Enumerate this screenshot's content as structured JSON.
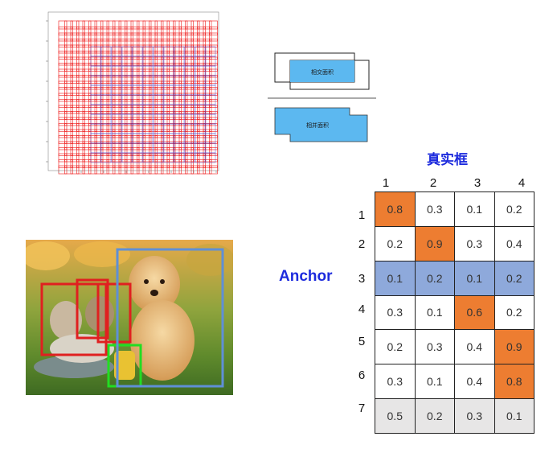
{
  "iou": {
    "intersection_label": "相交面积",
    "union_label": "相并面积"
  },
  "matrix": {
    "title": "真实框",
    "anchor_label": "Anchor",
    "columns": [
      "1",
      "2",
      "3",
      "4"
    ],
    "rows": [
      {
        "label": "1",
        "values": [
          "0.8",
          "0.3",
          "0.1",
          "0.2"
        ],
        "fills": [
          "orange",
          "white",
          "white",
          "white"
        ]
      },
      {
        "label": "2",
        "values": [
          "0.2",
          "0.9",
          "0.3",
          "0.4"
        ],
        "fills": [
          "white",
          "orange",
          "white",
          "white"
        ]
      },
      {
        "label": "3",
        "values": [
          "0.1",
          "0.2",
          "0.1",
          "0.2"
        ],
        "fills": [
          "blue",
          "blue",
          "blue",
          "blue"
        ]
      },
      {
        "label": "4",
        "values": [
          "0.3",
          "0.1",
          "0.6",
          "0.2"
        ],
        "fills": [
          "white",
          "white",
          "orange",
          "white"
        ]
      },
      {
        "label": "5",
        "values": [
          "0.2",
          "0.3",
          "0.4",
          "0.9"
        ],
        "fills": [
          "white",
          "white",
          "white",
          "orange"
        ]
      },
      {
        "label": "6",
        "values": [
          "0.3",
          "0.1",
          "0.4",
          "0.8"
        ],
        "fills": [
          "white",
          "white",
          "white",
          "orange"
        ]
      },
      {
        "label": "7",
        "values": [
          "0.5",
          "0.2",
          "0.3",
          "0.1"
        ],
        "fills": [
          "gray",
          "gray",
          "gray",
          "gray"
        ]
      }
    ]
  },
  "colors": {
    "orange": "#ed7d31",
    "blue": "#8ea9db",
    "gray": "#e7e6e6",
    "white": "#ffffff",
    "title_blue": "#1d2bdd",
    "anchor_red": "#ee2222",
    "anchor_blue": "#3333cc",
    "iou_fill": "#5cb8f0",
    "box_red": "#e02020",
    "box_green": "#22dd22",
    "box_blue": "#5f8fd6"
  },
  "photo": {
    "subjects": [
      "kitten-left",
      "kitten-right",
      "puppy"
    ],
    "boxes": [
      {
        "name": "red-box-1",
        "color": "box_red"
      },
      {
        "name": "red-box-2",
        "color": "box_red"
      },
      {
        "name": "red-box-3",
        "color": "box_red"
      },
      {
        "name": "green-box",
        "color": "box_green"
      },
      {
        "name": "blue-box",
        "color": "box_blue"
      }
    ]
  }
}
